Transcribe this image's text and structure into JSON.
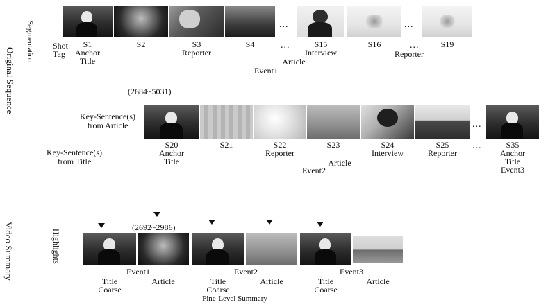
{
  "sections": {
    "original_sequence": "Original Sequence",
    "segmentation": "Segmentation",
    "video_summary": "Video Summary",
    "highlights": "Highlights"
  },
  "row1": {
    "shot_label": "Shot",
    "tag_label": "Tag",
    "shots": [
      {
        "id": "S1",
        "tag1": "Anchor",
        "tag2": "Title",
        "style": "t-anchor"
      },
      {
        "id": "S2",
        "tag1": "",
        "tag2": "",
        "style": "t-dark"
      },
      {
        "id": "S3",
        "tag1": "Reporter",
        "tag2": "",
        "style": "t-rep"
      },
      {
        "id": "S4",
        "tag1": "",
        "tag2": "",
        "style": "t-mid"
      },
      {
        "id": "S15",
        "tag1": "Interview",
        "tag2": "",
        "style": "t-int"
      },
      {
        "id": "S16",
        "tag1": "",
        "tag2": "",
        "style": "t-light"
      },
      {
        "id": "S19",
        "tag1": "",
        "tag2": "",
        "style": "t-light"
      }
    ],
    "reporter2": "Reporter",
    "article": "Article",
    "event": "Event1",
    "ellipsis": "..."
  },
  "row2": {
    "range": "(2684~5031)",
    "key_article": "Key-Sentence(s)\nfrom Article",
    "key_title": "Key-Sentence(s)\nfrom Title",
    "shots": [
      {
        "id": "S20",
        "tag1": "Anchor",
        "tag2": "Title",
        "tag3": "",
        "style": "t-anchor"
      },
      {
        "id": "S21",
        "tag1": "",
        "tag2": "",
        "tag3": "",
        "style": "t-grey2"
      },
      {
        "id": "S22",
        "tag1": "Reporter",
        "tag2": "",
        "tag3": "",
        "style": "t-snow"
      },
      {
        "id": "S23",
        "tag1": "",
        "tag2": "",
        "tag3": "",
        "style": "t-grey"
      },
      {
        "id": "S24",
        "tag1": "Interview",
        "tag2": "",
        "tag3": "",
        "style": "t-int2"
      },
      {
        "id": "S25",
        "tag1": "Reporter",
        "tag2": "",
        "tag3": "",
        "style": "t-scene"
      },
      {
        "id": "S35",
        "tag1": "Anchor",
        "tag2": "Title",
        "tag3": "Event3",
        "style": "t-anchor"
      }
    ],
    "article": "Article",
    "event": "Event2",
    "ellipsis": "..."
  },
  "row3": {
    "range": "(2692~2986)",
    "items": [
      {
        "style": "t-anchor"
      },
      {
        "style": "t-dark"
      },
      {
        "style": "t-anchor"
      },
      {
        "style": "t-grey"
      },
      {
        "style": "t-anchor"
      },
      {
        "style": "t-city"
      }
    ],
    "event1": "Event1",
    "event2": "Event2",
    "event3": "Event3",
    "title": "Title",
    "coarse": "Coarse",
    "article": "Article",
    "fine_level": "Fine-Level Summary"
  }
}
